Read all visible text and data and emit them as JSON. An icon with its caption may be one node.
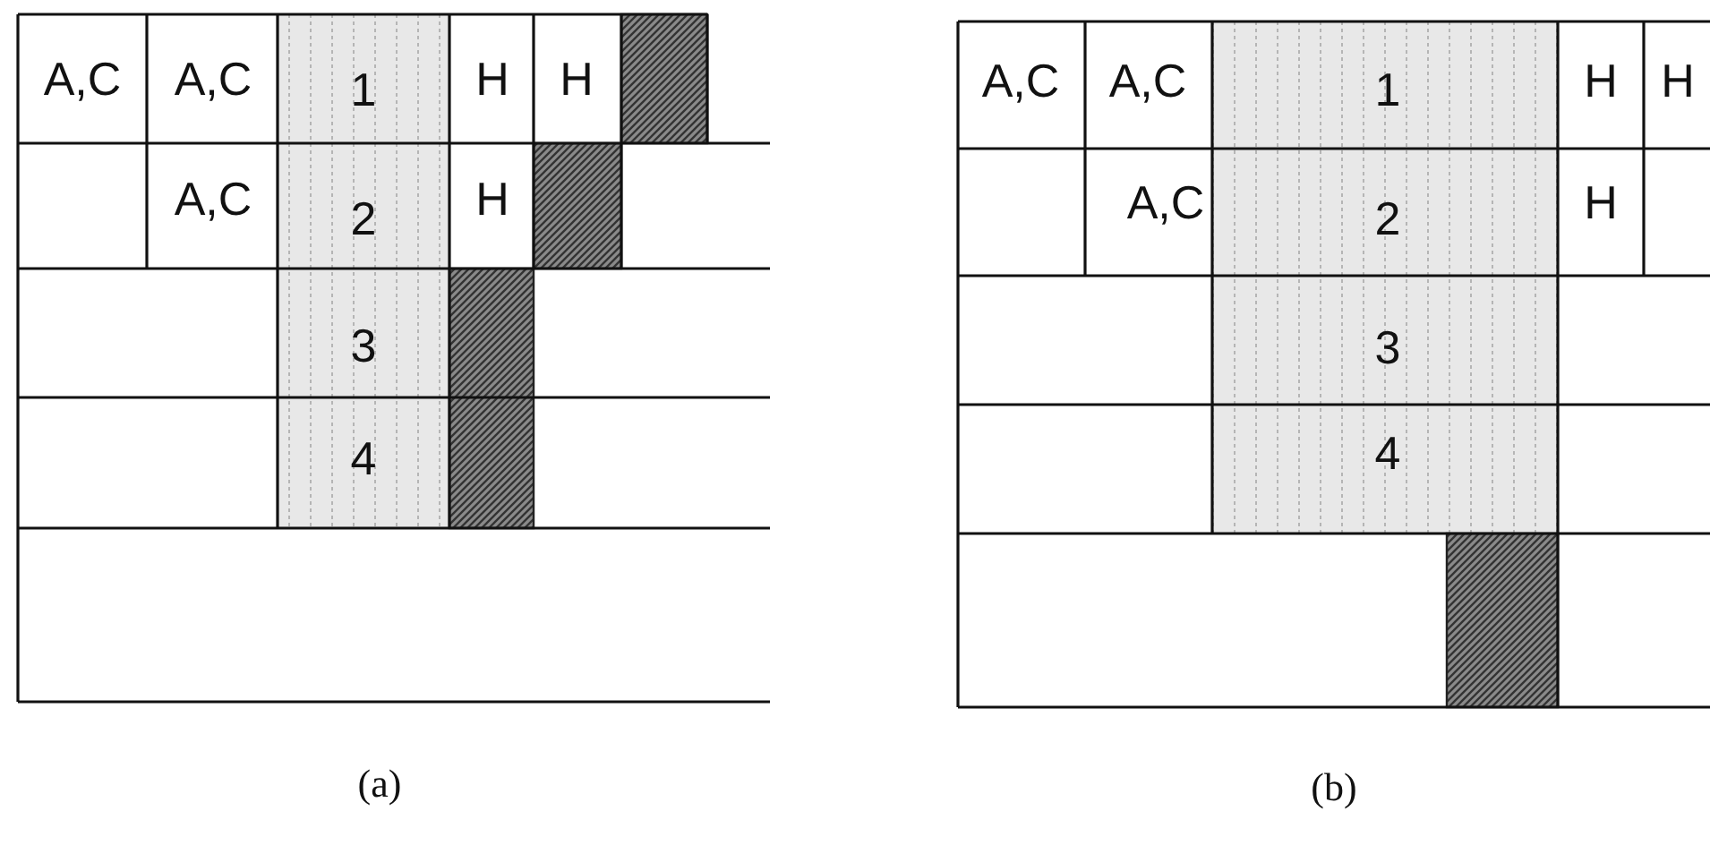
{
  "diagram": {
    "labels": [
      "A,C",
      "A,C",
      "1",
      "H",
      "H",
      "A,C",
      "2",
      "H",
      "3",
      "4",
      "(a)",
      "A,C",
      "A,C",
      "1",
      "H",
      "H",
      "A,C",
      "2",
      "H",
      "3",
      "4",
      "(b)"
    ]
  }
}
